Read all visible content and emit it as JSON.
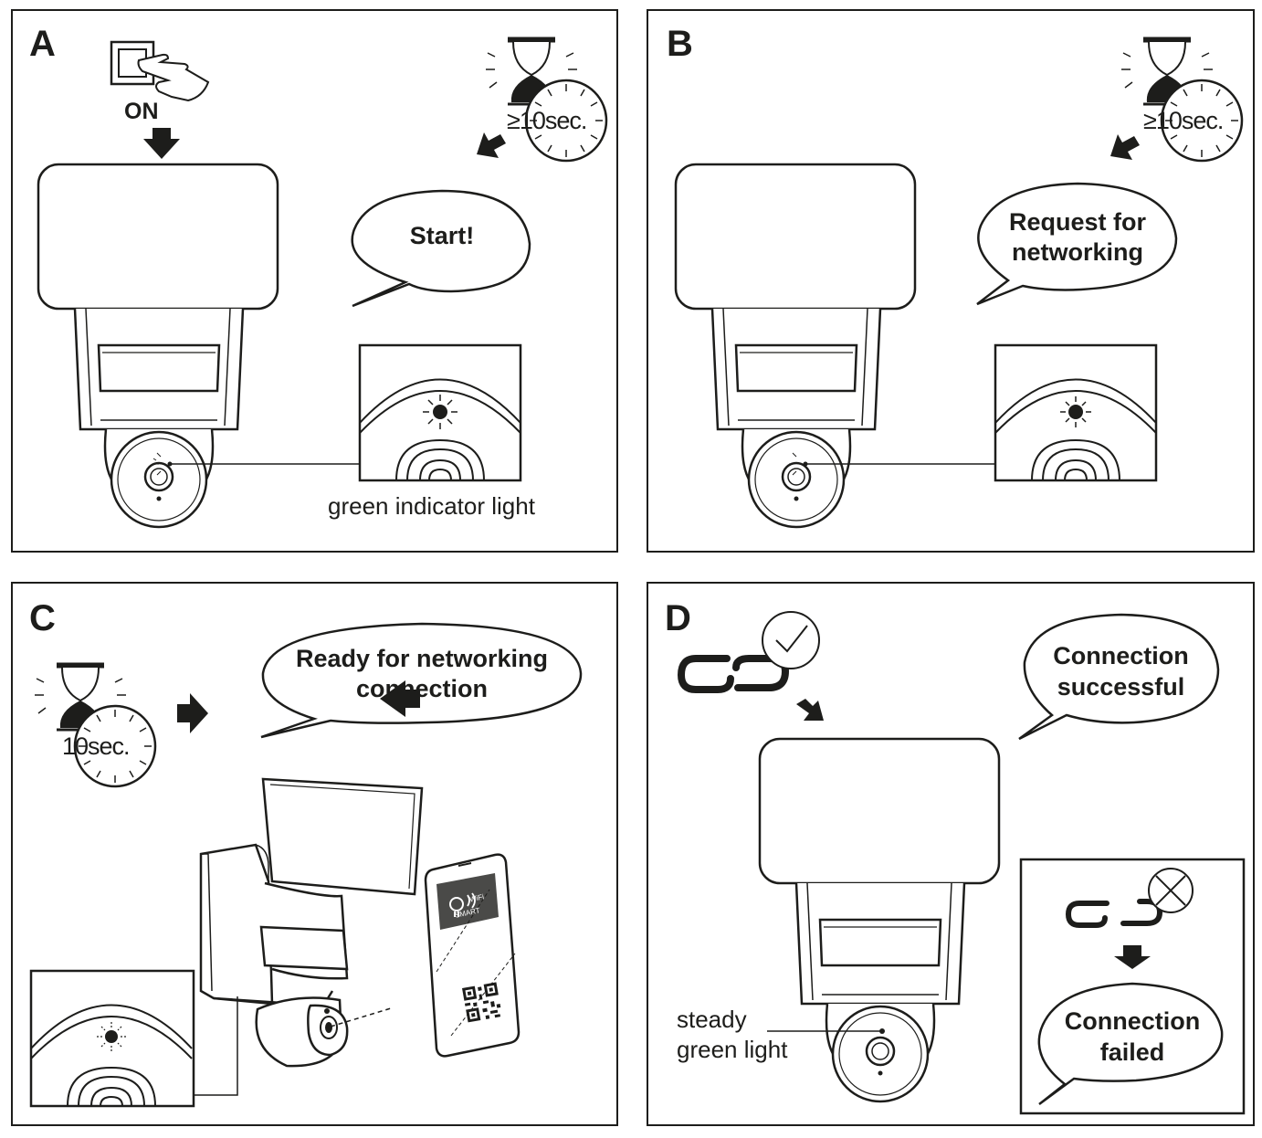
{
  "panels": {
    "a": {
      "letter": "A",
      "on_label": "ON",
      "timer_label": "≥10sec.",
      "bubble": "Start!",
      "indicator_label": "green indicator light"
    },
    "b": {
      "letter": "B",
      "timer_label": "≥10sec.",
      "bubble_line1": "Request for",
      "bubble_line2": "networking"
    },
    "c": {
      "letter": "C",
      "timer_label": "10sec.",
      "bubble_line1": "Ready for networking",
      "bubble_line2": "connection",
      "phone_app_line1": "WiFi",
      "phone_app_line2": "SMART"
    },
    "d": {
      "letter": "D",
      "bubble_line1": "Connection",
      "bubble_line2": "successful",
      "light_label_line1": "steady",
      "light_label_line2": "green light",
      "failed_line1": "Connection",
      "failed_line2": "failed"
    }
  },
  "colors": {
    "stroke": "#1d1d1b",
    "background": "#ffffff"
  },
  "icons": [
    "switch-hand-icon",
    "down-arrow-icon",
    "hourglass-icon",
    "clock-icon",
    "chain-link-check-icon",
    "chain-link-broken-icon",
    "smartphone-qr-icon",
    "indicator-light-icon"
  ]
}
